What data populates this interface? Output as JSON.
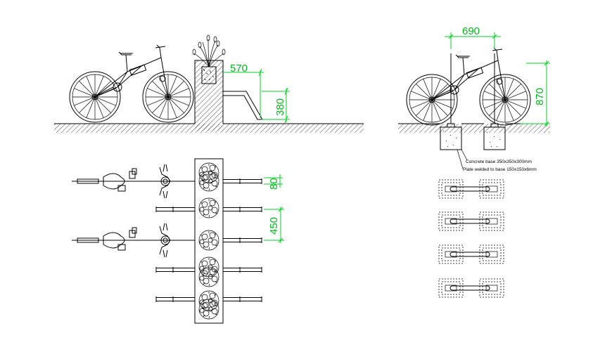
{
  "dimensions": {
    "planter_offset": "570",
    "rack_height": "380",
    "bike_width": "690",
    "bike_height": "870",
    "plan_gap_small": "80",
    "plan_gap_large": "450"
  },
  "notes": {
    "concrete_base": "Concrete base 350x350x300mm",
    "plate": "Plate welded to base 150x150x6mm"
  },
  "colors": {
    "dimension": "#00c020",
    "linework": "#000000"
  }
}
